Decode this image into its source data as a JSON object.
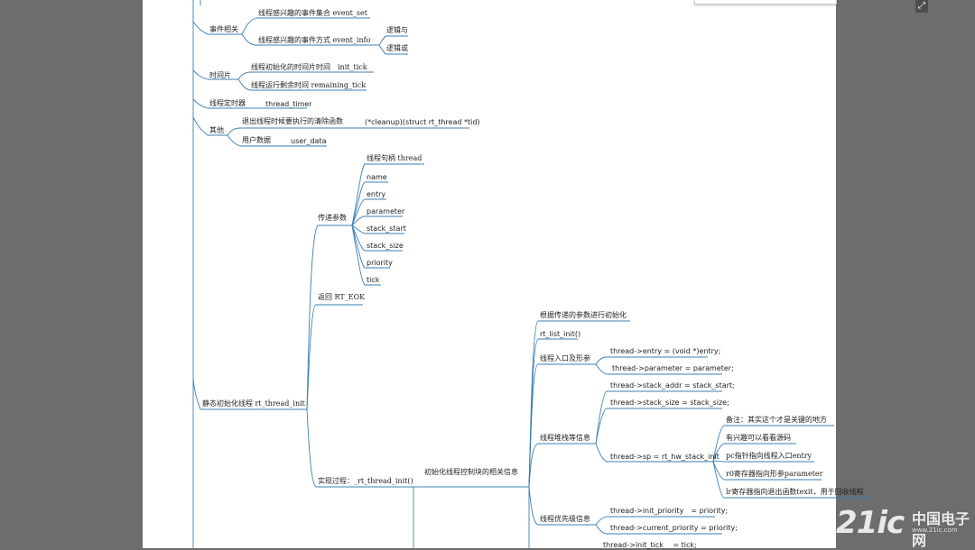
{
  "mindmap": {
    "thread_struct_tail": {
      "event_group": {
        "label": "事件相关",
        "event_set": "线程感兴趣的事件集合 event_set",
        "event_info": "线程感兴趣的事件方式 event_info",
        "logic_and": "逻辑与",
        "logic_or": "逻辑或"
      },
      "time_slice": {
        "label": "时间片",
        "init_tick": "线程初始化的时间片时间　init_tick",
        "remaining_tick": "线程运行剩余时间 remaining_tick"
      },
      "timer": {
        "label": "线程定时器",
        "value": "thread_timer"
      },
      "other": {
        "label": "其他",
        "cleanup_desc": "退出线程时候要执行的清除函数",
        "cleanup_value": "(*cleanup)(struct rt_thread *tid)",
        "user_data_desc": "用户数据",
        "user_data_value": "user_data"
      }
    },
    "static_init": {
      "label": "静态初始化线程 rt_thread_init",
      "params": {
        "label": "传递参数",
        "items": [
          "线程句柄 thread",
          "name",
          "entry",
          "parameter",
          "stack_start",
          "stack_size",
          "priority",
          "tick"
        ]
      },
      "return": "返回 RT_EOK",
      "impl": {
        "label": "实现过程：_rt_thread_init()",
        "control_block": {
          "label": "初始化线程控制块的相关信息",
          "init_by_params": "根据传递的参数进行初始化",
          "list_init": "rt_list_init()",
          "entry_group": {
            "label": "线程入口及形参",
            "entry": "thread->entry = (void *)entry;",
            "parameter": "thread->parameter = parameter;"
          },
          "stack_group": {
            "label": "线程堆栈等信息",
            "stack_addr": "thread->stack_addr = stack_start;",
            "stack_size": "thread->stack_size = stack_size;",
            "sp": "thread->sp = rt_hw_stack_init",
            "notes": [
              "备注：其实这个才是关键的地方",
              "有兴趣可以看看源码",
              "pc指针指向线程入口entry",
              "r0寄存器指向形参parameter",
              "lr寄存器指向退出函数texit，用于回收线程"
            ]
          },
          "priority_group": {
            "label": "线程优先级信息",
            "init_priority": "thread->init_priority　= priority;",
            "current_priority": "thread->current_priority = priority;"
          },
          "init_tick": "thread->init_tick　 = tick;"
        }
      }
    }
  },
  "toolbar": {
    "expand_icon": "expand-icon"
  },
  "watermark": {
    "brand": "21ic",
    "cn": "中国电子网",
    "url": "www.21ic.com"
  },
  "colors": {
    "line": "#3b7fb3",
    "background": "#6d6d6d",
    "canvas": "#ffffff"
  }
}
